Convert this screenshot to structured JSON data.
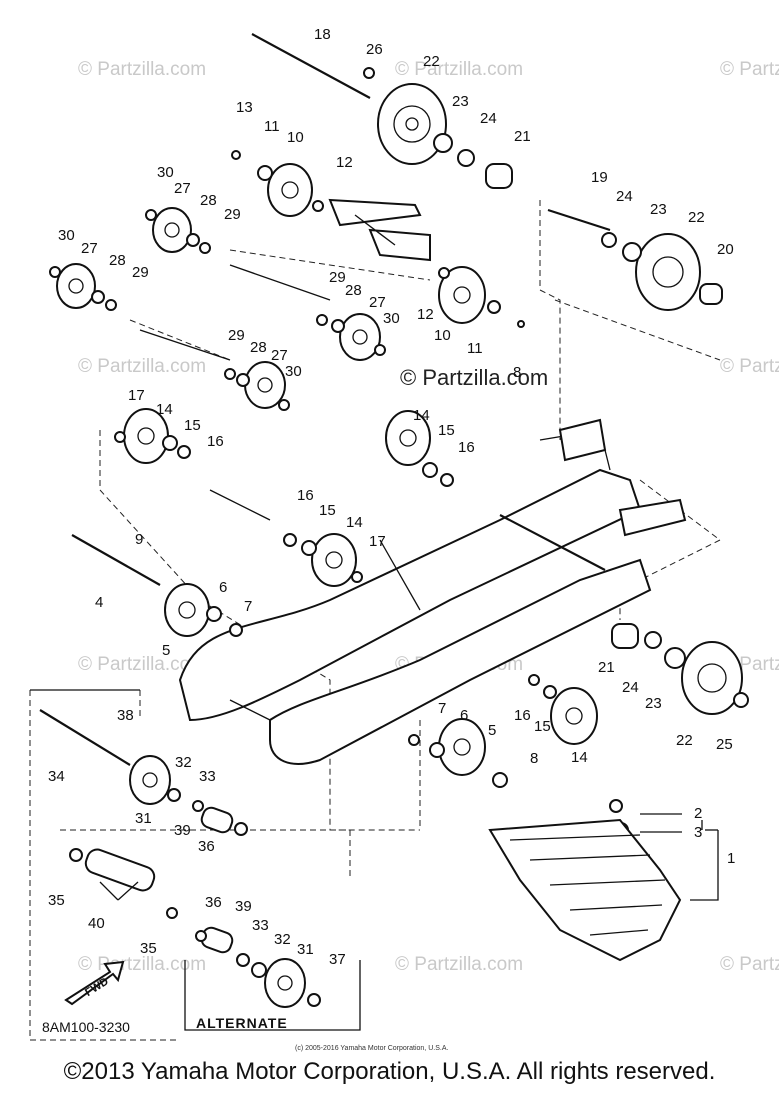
{
  "watermark": "© Partzilla.com",
  "watermark_center": "© Partzilla.com",
  "diagram_code": "8AM100-3230",
  "alternate_label": "ALTERNATE",
  "fwd_label": "FWD",
  "small_copyright": "(c) 2005-2016 Yamaha Motor Corporation, U.S.A.",
  "copyright": "©2013 Yamaha Motor Corporation, U.S.A. All rights reserved.",
  "callouts": [
    "1",
    "2",
    "3",
    "4",
    "5",
    "6",
    "7",
    "8",
    "9",
    "10",
    "11",
    "12",
    "13",
    "14",
    "15",
    "16",
    "17",
    "18",
    "19",
    "20",
    "21",
    "22",
    "23",
    "24",
    "25",
    "26",
    "27",
    "28",
    "29",
    "30",
    "31",
    "32",
    "33",
    "34",
    "35",
    "36",
    "37",
    "38",
    "39",
    "40"
  ]
}
